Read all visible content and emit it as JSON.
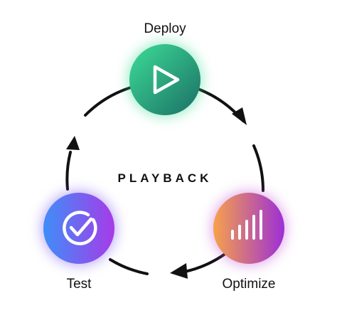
{
  "diagram": {
    "center_label": "PLAYBACK",
    "nodes": [
      {
        "id": "deploy",
        "label": "Deploy",
        "icon": "play-icon",
        "gradient": [
          "#3ddc97",
          "#1b6f65"
        ]
      },
      {
        "id": "optimize",
        "label": "Optimize",
        "icon": "bar-chart-icon",
        "gradient": [
          "#f7a14b",
          "#9c2fd6"
        ]
      },
      {
        "id": "test",
        "label": "Test",
        "icon": "check-circle-icon",
        "gradient": [
          "#3f8ef8",
          "#a63be8"
        ]
      }
    ],
    "edges": [
      {
        "from": "deploy",
        "to": "optimize"
      },
      {
        "from": "optimize",
        "to": "test"
      },
      {
        "from": "test",
        "to": "deploy"
      }
    ],
    "colors": {
      "arrow": "#111111",
      "text": "#111111",
      "background": "#ffffff"
    }
  }
}
